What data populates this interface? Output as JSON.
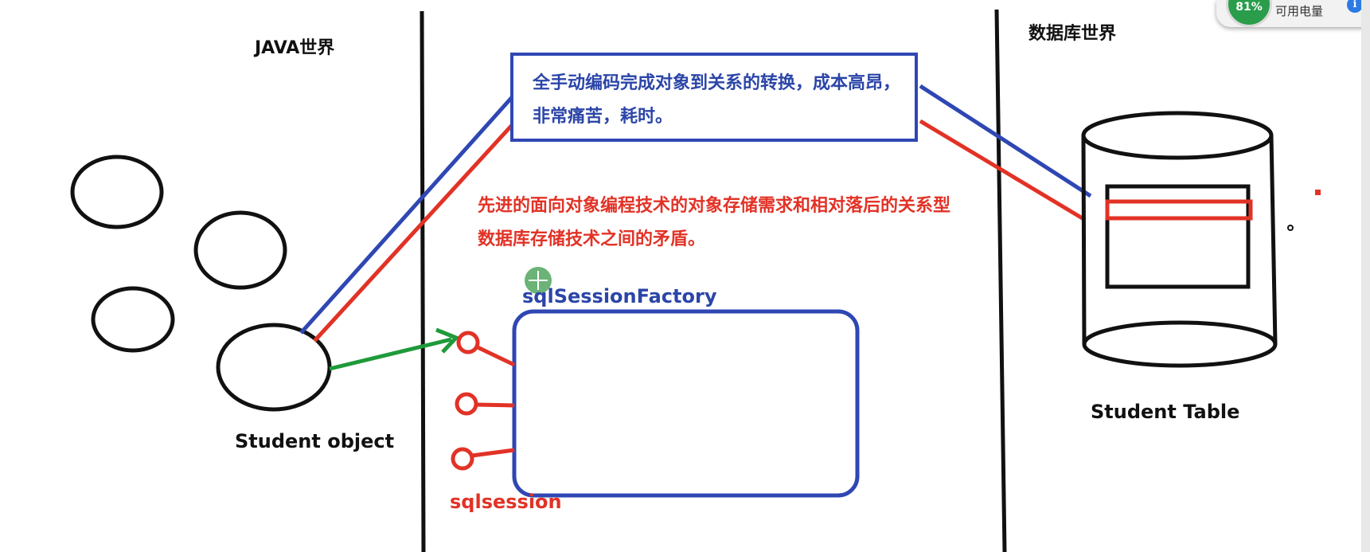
{
  "diagram": {
    "java_world_label": "JAVA世界",
    "db_world_label": "数据库世界",
    "manual_coding_note": "全手动编码完成对象到关系的转换，成本高昂，非常痛苦，耗时。",
    "conflict_text": "先进的面向对象编程技术的对象存储需求和相对落后的关系型数据库存储技术之间的矛盾。",
    "student_object_label": "Student object",
    "student_table_label": "Student Table",
    "session_factory_label": "sqlSessionFactory",
    "session_label": "sqlsession"
  },
  "status": {
    "battery_percent": "81%",
    "battery_label": "可用电量",
    "info_icon": "info-icon"
  },
  "colors": {
    "blue": "#2f47b3",
    "red": "#e23226",
    "green": "#1f9a3a",
    "black": "#111111",
    "cursor": "#3a9a4a"
  }
}
